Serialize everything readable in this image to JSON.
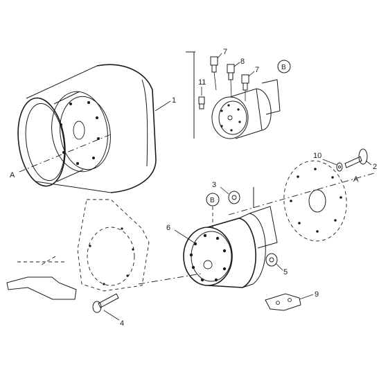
{
  "callouts": {
    "c1": "1",
    "c2": "2",
    "c3": "3",
    "c4": "4",
    "c5": "5",
    "c6": "6",
    "c7a": "7",
    "c7b": "7",
    "c8": "8",
    "c9": "9",
    "c10": "10",
    "c11": "11"
  },
  "markers": {
    "axis_left": "A",
    "axis_right": "A",
    "detail_top": "B",
    "detail_main": "B"
  }
}
